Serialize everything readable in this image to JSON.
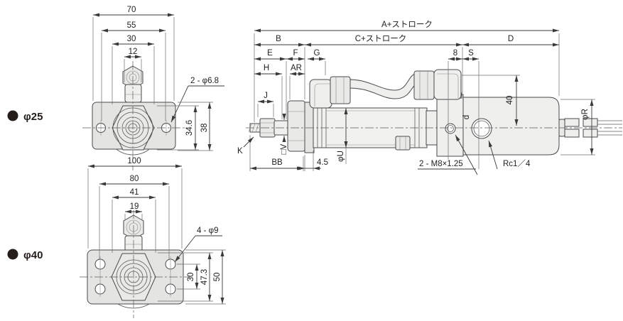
{
  "drawing": {
    "variants": {
      "v25": {
        "label": "φ25"
      },
      "v40": {
        "label": "φ40"
      }
    },
    "front25": {
      "w70": "70",
      "w55": "55",
      "w30": "30",
      "w12": "12",
      "hole_note": "2 - φ6.8",
      "h346": "34.6",
      "h38": "38"
    },
    "front40": {
      "w100": "100",
      "w80": "80",
      "w41": "41",
      "w19": "19",
      "hole_note": "4 - φ9",
      "h30": "30",
      "h473": "47.3",
      "h50": "50"
    },
    "side": {
      "dimA": "A+ストローク",
      "dimB": "B",
      "dimC": "C+ストローク",
      "dimD": "D",
      "dimE": "E",
      "dimF": "F",
      "dimG": "G",
      "dim8": "8",
      "dimS": "S",
      "dimH": "H",
      "dimAR": "AR",
      "dimJ": "J",
      "dimK": "K",
      "dimV": "□V",
      "dimBB": "BB",
      "dim45": "4.5",
      "dimU": "φU",
      "dim40": "40",
      "dimd": "d",
      "dimR": "φR",
      "port_note": "2 - M8×1.25",
      "rc_note": "Rc1／4"
    },
    "colors": {
      "line": "#3a3a3a",
      "fill": "#efefed",
      "bullet": "#241d1a"
    }
  }
}
